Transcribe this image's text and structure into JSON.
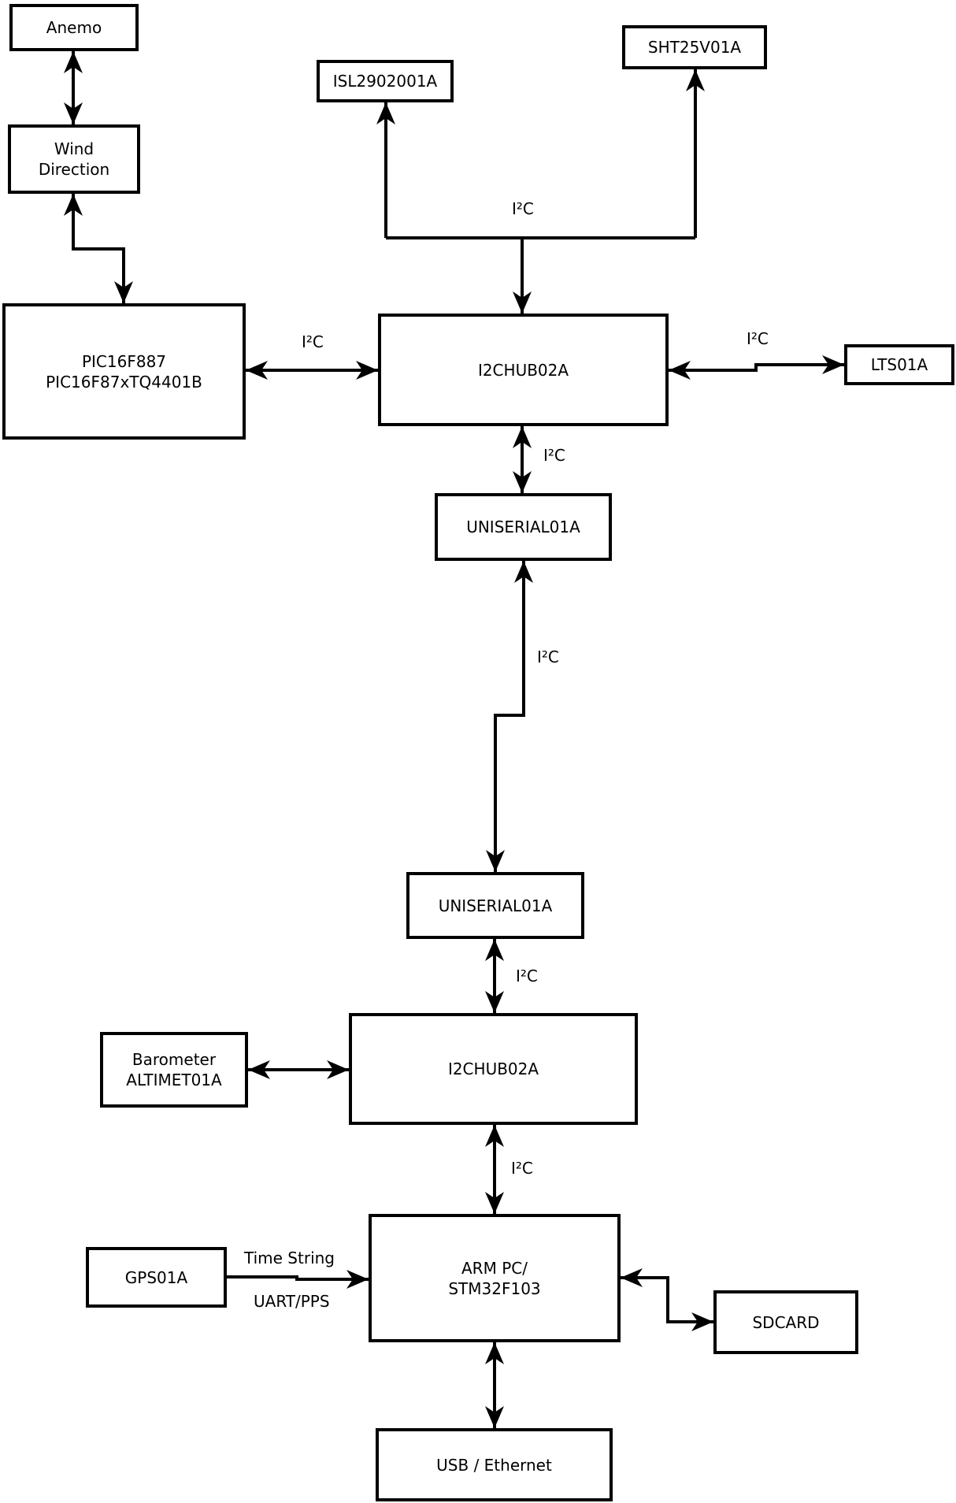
{
  "colors": {
    "background": "#ffffff",
    "line": "#000000",
    "box_fill": "#ffffff",
    "text": "#000000"
  },
  "nodes": {
    "anemo": {
      "label": "Anemo"
    },
    "wind_direction": {
      "label": "Wind\nDirection"
    },
    "isl": {
      "label": "ISL2902001A"
    },
    "sht": {
      "label": "SHT25V01A"
    },
    "pic": {
      "label": "PIC16F887\nPIC16F87xTQ4401B"
    },
    "i2c_hub_1": {
      "label": "I2CHUB02A"
    },
    "lts": {
      "label": "LTS01A"
    },
    "uniserial_1": {
      "label": "UNISERIAL01A"
    },
    "uniserial_2": {
      "label": "UNISERIAL01A"
    },
    "i2c_hub_2": {
      "label": "I2CHUB02A"
    },
    "barometer": {
      "label": "Barometer\nALTIMET01A"
    },
    "gps": {
      "label": "GPS01A"
    },
    "arm_pc": {
      "label": "ARM PC/\nSTM32F103"
    },
    "sdcard": {
      "label": "SDCARD"
    },
    "usb_ethernet": {
      "label": "USB / Ethernet"
    }
  },
  "edge_labels": {
    "sensors_bus": "I²C",
    "pic_hub1": "I²C",
    "hub1_lts": "I²C",
    "hub1_uniserial1": "I²C",
    "uniserial_link": "I²C",
    "uniserial2_hub2": "I²C",
    "hub2_arm": "I²C",
    "gps_arm_top": "Time String",
    "gps_arm_bottom": "UART/PPS"
  }
}
